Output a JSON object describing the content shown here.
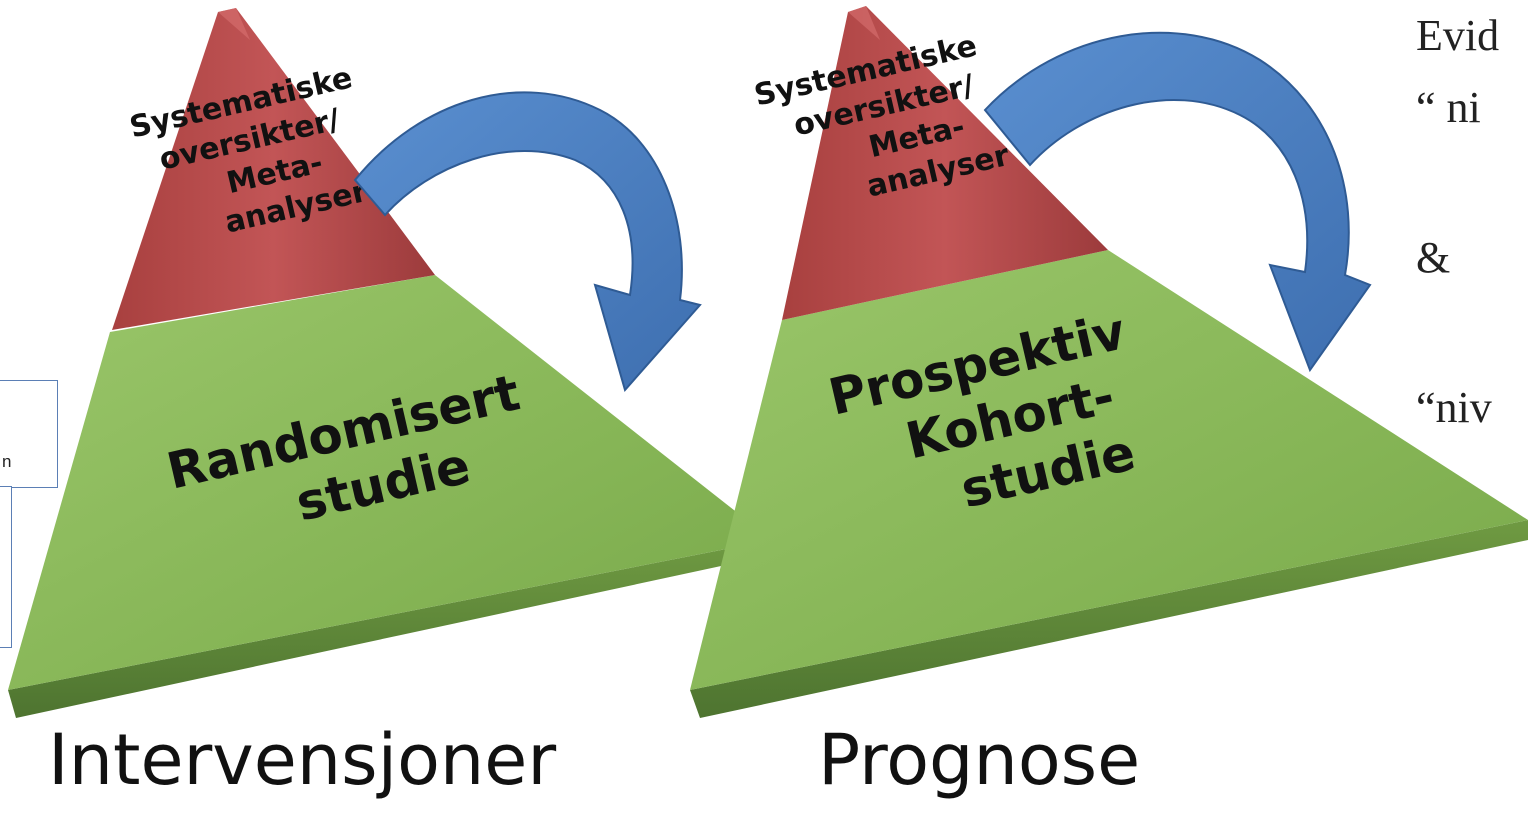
{
  "left_pyramid": {
    "top_lines": [
      "Systematiske",
      "oversikter/",
      "Meta-",
      "analyser"
    ],
    "bottom_lines": [
      "Randomisert",
      "studie"
    ],
    "caption": "Intervensjoner"
  },
  "right_pyramid": {
    "top_lines": [
      "Systematiske",
      "oversikter/",
      "Meta-",
      "analyser"
    ],
    "bottom_lines": [
      "Prospektiv",
      "Kohort-",
      "studie"
    ],
    "caption": "Prognose"
  },
  "side_text": {
    "line1": "Evid",
    "line2": "“ ni",
    "line3": "&",
    "line4": "“niv"
  },
  "left_fragment": {
    "text": "n"
  },
  "colors": {
    "top_section": "#b34a4b",
    "bottom_section": "#8cbc5c",
    "arrow": "#4a7cbf",
    "arrow_edge": "#2f5b94"
  },
  "icons": [
    "curved-arrow-icon",
    "curved-arrow-icon"
  ]
}
